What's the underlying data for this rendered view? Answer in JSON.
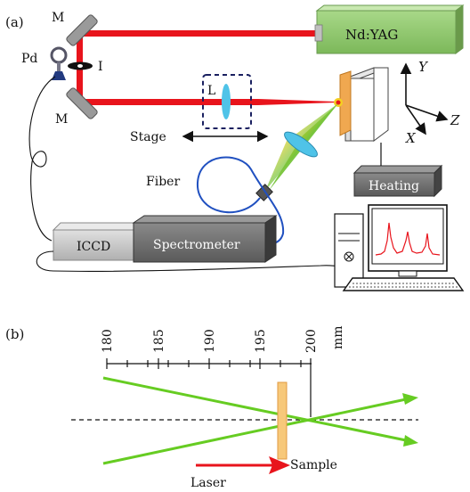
{
  "panel_a": {
    "label": "(a)",
    "laser": "Nd:YAG",
    "mirror_top": "M",
    "mirror_bottom": "M",
    "photodiode": "Pd",
    "iris": "I",
    "lens": "L",
    "stage": "Stage",
    "fiber": "Fiber",
    "heating": "Heating",
    "iccd": "ICCD",
    "spectrometer": "Spectrometer",
    "axis_y": "Y",
    "axis_z": "Z",
    "axis_x": "X",
    "colors": {
      "laser_beam": "#e8141c",
      "laser_box": "#8ec86a",
      "lens": "#4fc3e8",
      "sample": "#f0a850",
      "spectrum_line": "#e8141c"
    }
  },
  "panel_b": {
    "label": "(b)",
    "scale_ticks": [
      "180",
      "185",
      "190",
      "195",
      "200"
    ],
    "scale_unit": "mm",
    "sample": "Sample",
    "laser": "Laser",
    "colors": {
      "beam": "#66cc22",
      "arrow": "#e8141c",
      "sample": "#f7c87a"
    }
  }
}
